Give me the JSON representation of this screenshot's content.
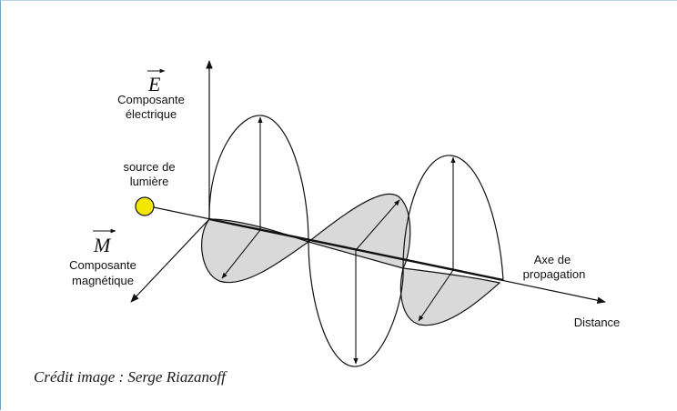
{
  "labels": {
    "e_symbol": "E",
    "e_line1": "Composante",
    "e_line2": "électrique",
    "source_line1": "source de",
    "source_line2": "lumière",
    "m_symbol": "M",
    "m_line1": "Composante",
    "m_line2": "magnétique",
    "axis_line1": "Axe de",
    "axis_line2": "propagation",
    "distance": "Distance"
  },
  "credit": "Crédit image : Serge Riazanoff",
  "colors": {
    "source_fill": "#f3e600",
    "magnetic_fill": "#d9d9d9",
    "line": "#111111",
    "frame_border": "#6fa3c2"
  }
}
